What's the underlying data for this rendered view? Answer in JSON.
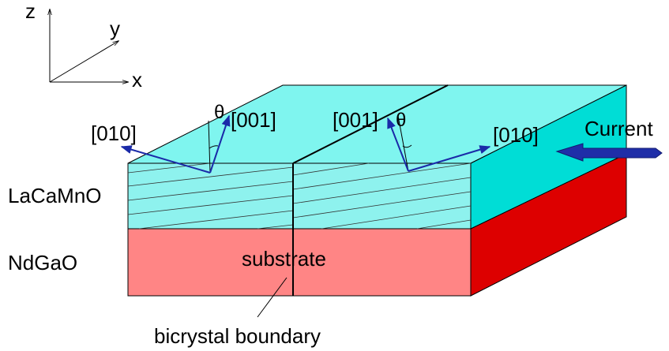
{
  "axes": {
    "x": "x",
    "y": "y",
    "z": "z"
  },
  "layers": {
    "film": "LaCaMnO",
    "substrate_name": "NdGaO",
    "substrate_word": "substrate"
  },
  "boundary_label": "bicrystal boundary",
  "current_label": "Current",
  "left_grain": {
    "dir_a": "[010]",
    "dir_c": "[001]",
    "angle": "θ"
  },
  "right_grain": {
    "dir_a": "[010]",
    "dir_c": "[001]",
    "angle": "θ"
  },
  "colors": {
    "film_top": "#7ff5ef",
    "film_front": "#8ef2ee",
    "film_side": "#00ddd6",
    "substrate_front": "#ff8585",
    "substrate_side": "#dd0000",
    "arrow": "#1a2aa8",
    "current_arrow": "#1f2ea8"
  }
}
